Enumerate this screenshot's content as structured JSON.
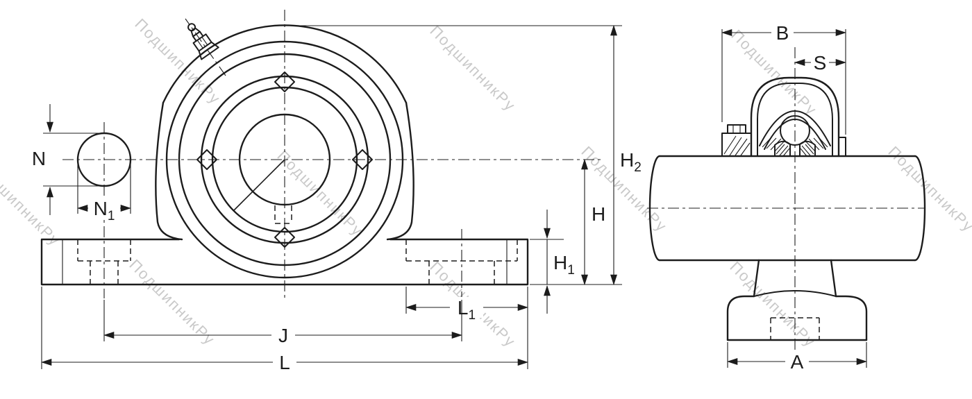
{
  "watermark": {
    "text": "ПодшипникРу"
  },
  "colors": {
    "line": "#1c1c1c",
    "background": "#ffffff",
    "watermark": "#9e9e9e"
  },
  "front_view": {
    "dims": {
      "N": {
        "base": "N",
        "sub": ""
      },
      "N1": {
        "base": "N",
        "sub": "1"
      },
      "H2": {
        "base": "H",
        "sub": "2"
      },
      "H": {
        "base": "H",
        "sub": ""
      },
      "H1": {
        "base": "H",
        "sub": "1"
      },
      "L1": {
        "base": "L",
        "sub": "1"
      },
      "J": {
        "base": "J",
        "sub": ""
      },
      "L": {
        "base": "L",
        "sub": ""
      }
    }
  },
  "side_view": {
    "dims": {
      "B": {
        "base": "B",
        "sub": ""
      },
      "S": {
        "base": "S",
        "sub": ""
      },
      "A": {
        "base": "A",
        "sub": ""
      }
    }
  }
}
